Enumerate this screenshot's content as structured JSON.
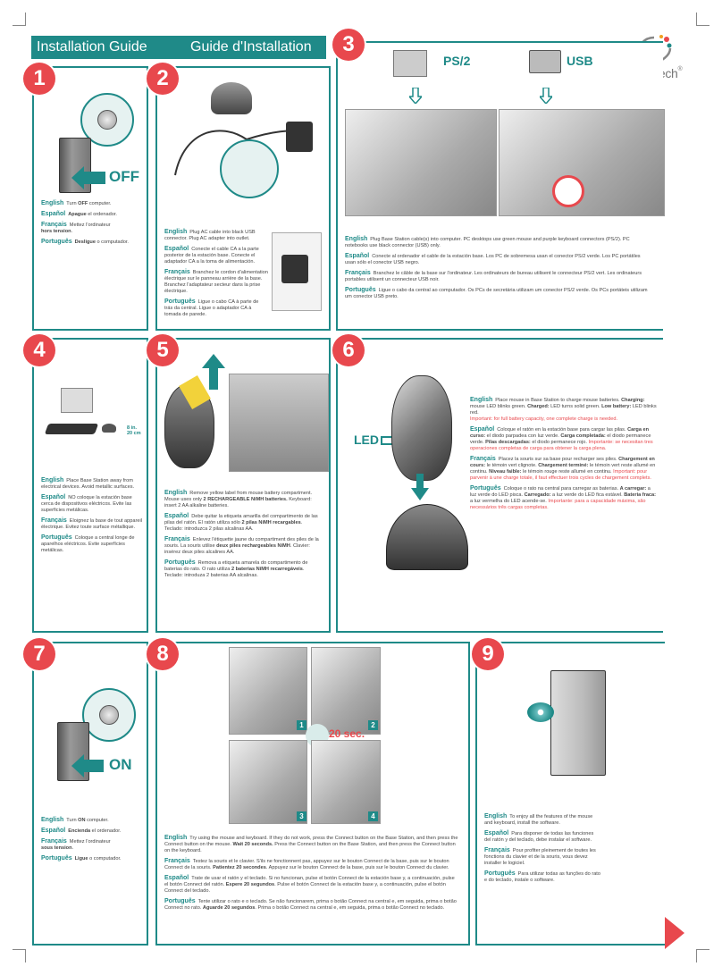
{
  "header": {
    "left": "Installation Guide",
    "right": "Guide d'Installation"
  },
  "brand": {
    "name": "Logitech",
    "registered": "®"
  },
  "accent": "#1f8a88",
  "step_badge_color": "#e8484d",
  "steps": {
    "s1": {
      "number": "1",
      "label": "OFF",
      "en": {
        "lang": "English",
        "a": "Turn ",
        "b": "OFF",
        "c": " computer."
      },
      "es": {
        "lang": "Español",
        "a": "Apague",
        "b": " el ordenador."
      },
      "fr": {
        "lang": "Français",
        "a": "Mettez l'ordinateur",
        "b": "hors tension",
        "c": "."
      },
      "pt": {
        "lang": "Português",
        "a": "Desligue",
        "b": " o computador."
      }
    },
    "s2": {
      "number": "2",
      "en": {
        "lang": "English",
        "t": "Plug AC cable into black USB connector. Plug AC adapter into outlet."
      },
      "es": {
        "lang": "Español",
        "t": "Conecte el cable CA a la parte posterior de la estación base. Conecte el adaptador CA a la toma de alimentación."
      },
      "fr": {
        "lang": "Français",
        "t": "Branchez le cordon d'alimentation électrique sur le panneau arrière de la base. Branchez l'adaptateur secteur dans la prise électrique."
      },
      "pt": {
        "lang": "Português",
        "t": "Ligue o cabo CA à parte de trás da central. Ligue o adaptador CA à tomada de parede."
      }
    },
    "s3": {
      "number": "3",
      "ps2": "PS/2",
      "usb": "USB",
      "en": {
        "lang": "English",
        "t": "Plug Base Station cable(s) into computer. PC desktops use green mouse and purple keyboard connectors (PS/2). PC notebooks use black connector (USB) only."
      },
      "es": {
        "lang": "Español",
        "t": "Conecte al ordenador el cable de la estación base. Los PC de sobremesa usan el conector PS/2 verde. Los PC portátiles usan sólo el conector USB negro."
      },
      "fr": {
        "lang": "Français",
        "t": "Branchez le câble de la base sur l'ordinateur. Les ordinateurs de bureau utilisent le connecteur PS/2 vert. Les ordinateurs portables utilisent un connecteur USB noir."
      },
      "pt": {
        "lang": "Português",
        "t": "Ligue o cabo da central ao computador. Os PCs de secretária utilizam um conector PS/2 verde. Os PCs portáteis utilizam um conector USB preto."
      }
    },
    "s4": {
      "number": "4",
      "distance": "8 in.",
      "distance2": "20 cm",
      "en": {
        "lang": "English",
        "t": "Place Base Station away from electrical devices. Avoid metallic surfaces."
      },
      "es": {
        "lang": "Español",
        "t": "NO coloque la estación base cerca de dispositivos eléctricos. Evite las superficies metálicas."
      },
      "fr": {
        "lang": "Français",
        "t": "Eloignez la base de tout appareil électrique. Evitez toute surface métallique."
      },
      "pt": {
        "lang": "Português",
        "t": "Coloque a central longe de aparelhos eléctricos. Evite superfícies metálicas."
      }
    },
    "s5": {
      "number": "5",
      "en": {
        "lang": "English",
        "a": "Remove yellow label from mouse battery compartment. Mouse uses only ",
        "b": "2 RECHARGEABLE NiMH batteries.",
        "c": " Keyboard: insert 2 AA alkaline batteries."
      },
      "es": {
        "lang": "Español",
        "a": "Debe quitar la etiqueta amarilla del compartimento de las pilas del ratón. El ratón utiliza sólo ",
        "b": "2 pilas NiMH recargables",
        "c": ". Teclado: introduzca 2 pilas alcalinas AA."
      },
      "fr": {
        "lang": "Français",
        "a": "Enlevez l'étiquette jaune du compartiment des piles de la souris. La souris utilise ",
        "b": "deux piles rechargeables NiMH",
        "c": ". Clavier: insérez deux piles alcalines AA."
      },
      "pt": {
        "lang": "Português",
        "a": "Remova a etiqueta amarela do compartimento de baterias do rato. O rato utiliza ",
        "b": "2 baterias NiMH recarregáveis",
        "c": ". Teclado: introduza 2 baterias AA alcalinas."
      }
    },
    "s6": {
      "number": "6",
      "led": "LED",
      "en": {
        "lang": "English",
        "a": "Place mouse in Base Station to charge mouse batteries. ",
        "b1": "Charging:",
        "c1": " mouse LED blinks green. ",
        "b2": "Charged:",
        "c2": " LED turns solid green. ",
        "b3": "Low battery:",
        "c3": " LED blinks red. ",
        "r": "Important: for full battery capacity, one complete charge is needed."
      },
      "es": {
        "lang": "Español",
        "a": "Coloque el ratón en la estación base para cargar las pilas. ",
        "b1": "Carga en curso:",
        "c1": " el diodo parpadea con luz verde. ",
        "b2": "Carga completada:",
        "c2": " el diodo permanece verde. ",
        "b3": "Pilas descargadas:",
        "c3": " el diodo permanece rojo. ",
        "r": "Importante: se necesitan tres operaciones completas de carga para obtener la carga plena."
      },
      "fr": {
        "lang": "Français",
        "a": "Placez la souris sur sa base pour recharger ses piles. ",
        "b1": "Chargement en cours:",
        "c1": " le témoin vert clignote. ",
        "b2": "Chargement terminé:",
        "c2": " le témoin vert reste allumé en continu. ",
        "b3": "Niveau faible:",
        "c3": " le témoin rouge reste allumé en continu. ",
        "r": "Important: pour parvenir à une charge totale, il faut effectuer trois cycles de chargement complets."
      },
      "pt": {
        "lang": "Português",
        "a": "Coloque o rato na central para carregar as baterias. ",
        "b1": "A carregar:",
        "c1": " a luz verde do LED pisca. ",
        "b2": "Carregado:",
        "c2": " a luz verde do LED fica estável. ",
        "b3": "Bateria fraca:",
        "c3": " a luz vermelha do LED acende-se. ",
        "r": "Importante: para a capacidade máxima, são necessários três cargas completas."
      }
    },
    "s7": {
      "number": "7",
      "label": "ON",
      "en": {
        "lang": "English",
        "a": "Turn ",
        "b": "ON",
        "c": " computer."
      },
      "es": {
        "lang": "Español",
        "a": "Encienda",
        "b": " el ordenador."
      },
      "fr": {
        "lang": "Français",
        "a": "Mettez l'ordinateur",
        "b": "sous tension",
        "c": "."
      },
      "pt": {
        "lang": "Português",
        "a": "Ligue",
        "b": " o computador."
      }
    },
    "s8": {
      "number": "8",
      "seconds": "20 sec.",
      "sub": [
        "1",
        "2",
        "3",
        "4"
      ],
      "en": {
        "lang": "English",
        "a": "Try using the mouse and keyboard. If they do not work, press the Connect button on the Base Station, and then press the Connect button on the mouse. ",
        "b": "Wait 20 seconds.",
        "c": " Press the Connect button on the Base Station, and then press the Connect button on the keyboard."
      },
      "fr": {
        "lang": "Français",
        "a": "Testez la souris et le clavier. S'ils ne fonctionnent pas, appuyez sur le bouton Connect de la base, puis sur le bouton Connect de la souris. ",
        "b": "Patientez 20 secondes",
        "c": ". Appuyez sur le bouton Connect de la base, puis sur le bouton Connect du clavier."
      },
      "es": {
        "lang": "Español",
        "a": "Trate de usar el ratón y el teclado. Si no funcionan, pulse el botón Connect de la estación base y, a continuación, pulse el botón Connect del ratón. ",
        "b": "Espere 20 segundos",
        "c": ". Pulse el botón Connect de la estación base y, a continuación, pulse el botón Connect del teclado."
      },
      "pt": {
        "lang": "Português",
        "a": "Tente utilizar o rato e o teclado. Se não funcionarem, prima o botão Connect na central e, em seguida, prima o botão Connect no rato. ",
        "b": "Aguarde 20 segundos",
        "c": ". Prima o botão Connect na central e, em seguida, prima o botão Connect no teclado."
      }
    },
    "s9": {
      "number": "9",
      "en": {
        "lang": "English",
        "t": "To enjoy all the features of the mouse and keyboard, install the software."
      },
      "es": {
        "lang": "Español",
        "t": "Para disponer de todas las funciones del ratón y del teclado, debe instalar el software."
      },
      "fr": {
        "lang": "Français",
        "t": "Pour profiter pleinement de toutes les fonctions du clavier et de la souris, vous devez installer le logiciel."
      },
      "pt": {
        "lang": "Português",
        "t": "Para utilizar todas as funções do rato e do teclado, instale o software."
      }
    }
  }
}
